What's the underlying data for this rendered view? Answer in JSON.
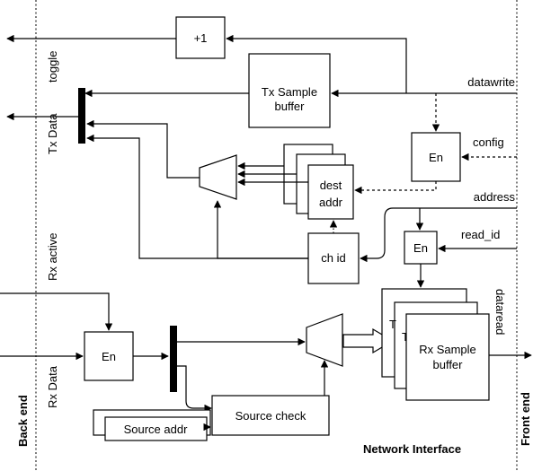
{
  "blocks": {
    "plus_one": "+1",
    "tx_buffer_line1": "Tx Sample",
    "tx_buffer_line2": "buffer",
    "en_config": "En",
    "dest_line1": "dest",
    "dest_line2": "addr",
    "ch_id": "ch id",
    "en_read": "En",
    "en_rx": "En",
    "rx_buffer_line1": "Rx Sample",
    "rx_buffer_line2": "buffer",
    "rx_buffer_back_a": "T",
    "rx_buffer_back_b": "T",
    "source_check": "Source check",
    "source_addr": "Source addr"
  },
  "signals": {
    "datawrite": "datawrite",
    "config": "config",
    "address": "address",
    "read_id": "read_id",
    "dataread": "dataread",
    "toggle": "toggle",
    "tx_data": "Tx Data",
    "rx_active": "Rx active",
    "rx_data": "Rx Data"
  },
  "sides": {
    "back_end": "Back end",
    "front_end": "Front end",
    "network_interface": "Network Interface"
  }
}
